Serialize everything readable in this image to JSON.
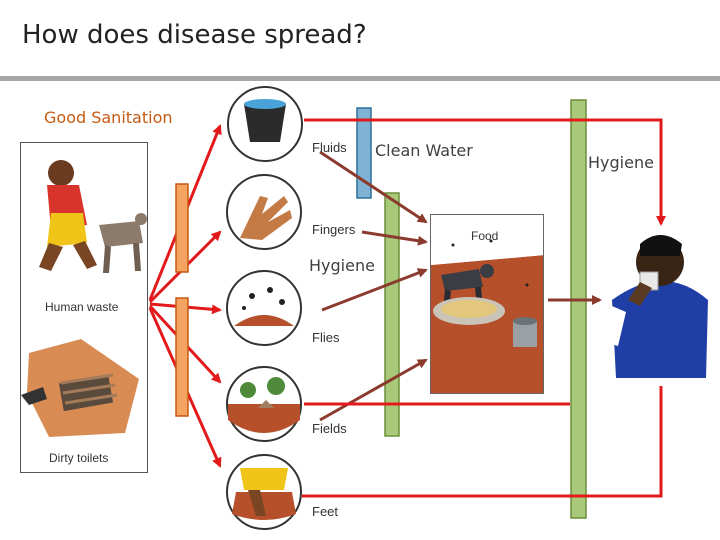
{
  "title": "How does disease spread?",
  "source": {
    "human_waste": "Human waste",
    "dirty_toilets": "Dirty toilets"
  },
  "routes": [
    {
      "id": "fluids",
      "label": "Fluids"
    },
    {
      "id": "fingers",
      "label": "Fingers"
    },
    {
      "id": "flies",
      "label": "Flies"
    },
    {
      "id": "fields",
      "label": "Fields"
    },
    {
      "id": "feet",
      "label": "Feet"
    }
  ],
  "food_label": "Food",
  "barriers": {
    "good_sanitation": "Good Sanitation",
    "clean_water": "Clean Water",
    "hygiene_middle": "Hygiene",
    "hygiene_right": "Hygiene"
  },
  "colors": {
    "arrow_red": "#e31a1c",
    "arrow_brown": "#8b3a2e",
    "barrier_orange": "#f4a460",
    "barrier_blue": "#7fb3d5",
    "barrier_green": "#a9c97a",
    "title_rule": "#a6a6a6"
  }
}
